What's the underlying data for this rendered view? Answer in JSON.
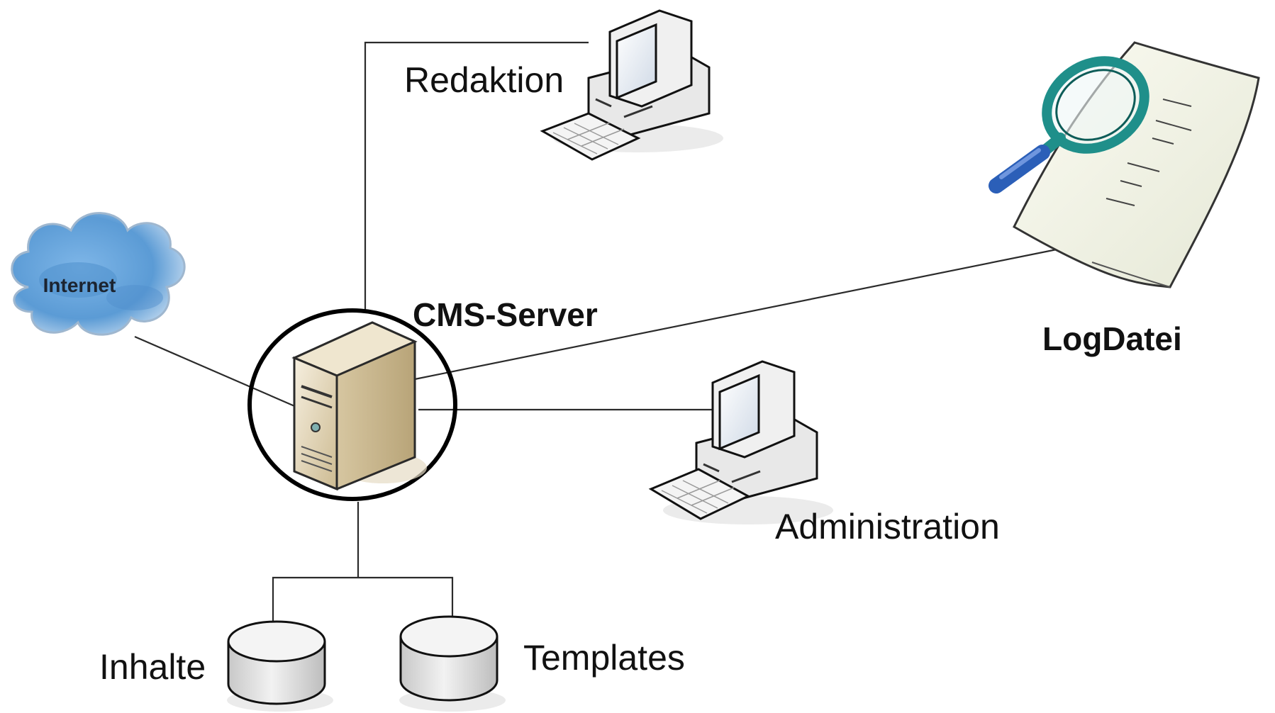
{
  "labels": {
    "internet": "Internet",
    "cms_server": "CMS-Server",
    "redaktion": "Redaktion",
    "logdatei": "LogDatei",
    "administration": "Administration",
    "inhalte": "Inhalte",
    "templates": "Templates"
  },
  "icons": {
    "internet": "cloud-icon",
    "cms_server": "server-tower-icon",
    "redaktion": "desktop-computer-icon",
    "administration": "desktop-computer-icon",
    "logdatei": "magnifier-document-icon",
    "inhalte": "database-cylinder-icon",
    "templates": "database-cylinder-icon"
  },
  "colors": {
    "server_beige": "#d8c9a6",
    "cloud_blue": "#5b9bd5",
    "magnifier_teal": "#1f8f8a",
    "handle_blue": "#2b5fb8"
  }
}
